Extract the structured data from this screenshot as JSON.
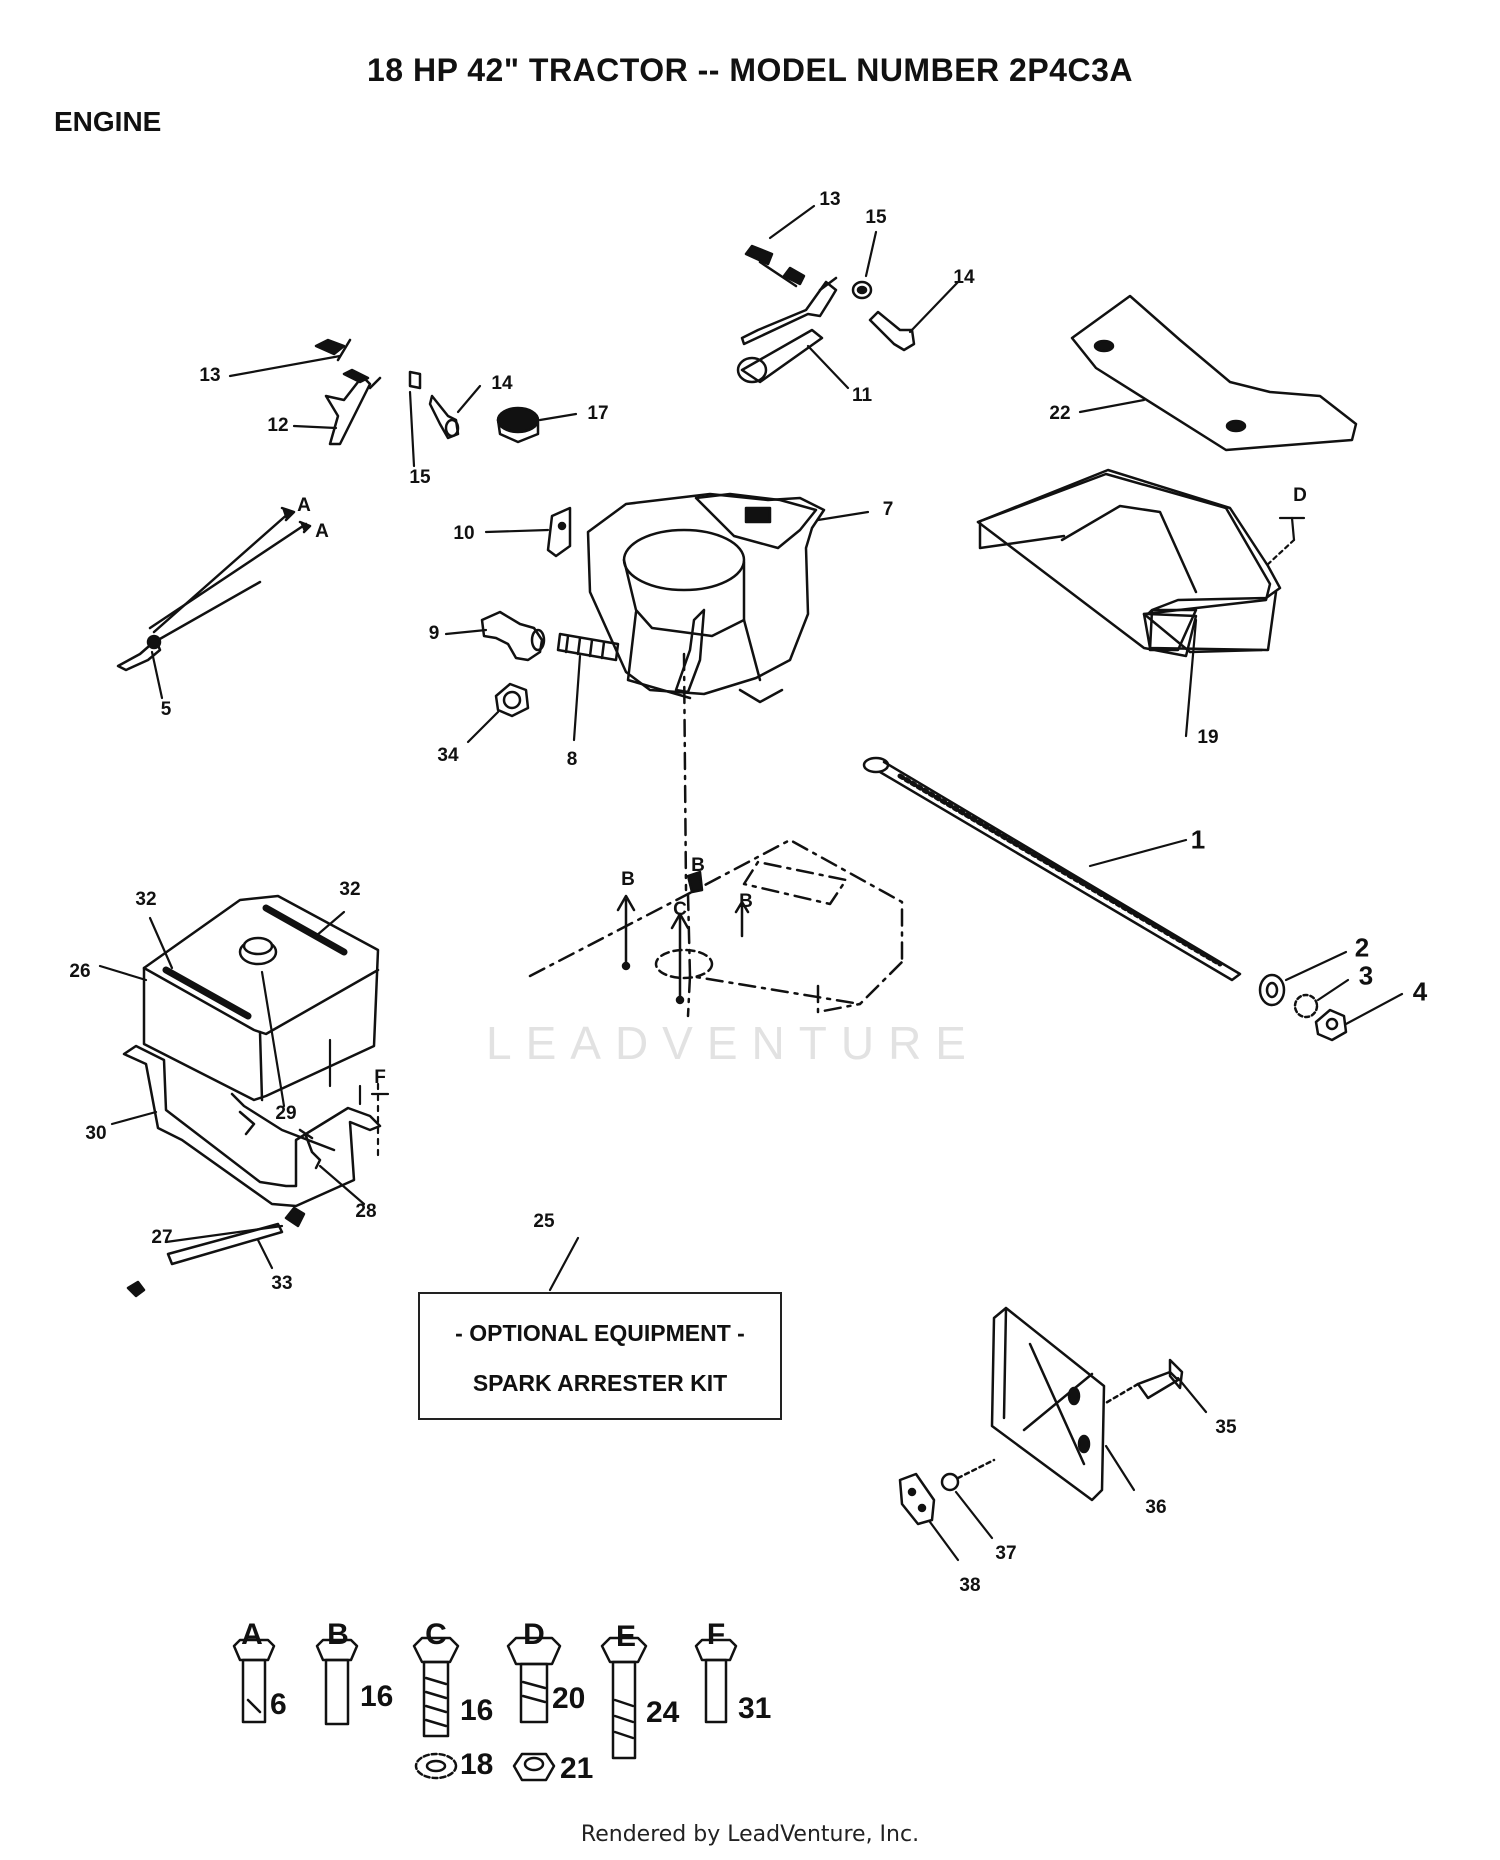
{
  "header": {
    "title": "18 HP 42\" TRACTOR -- MODEL NUMBER 2P4C3A",
    "section": "ENGINE"
  },
  "callouts": [
    {
      "id": "c13a",
      "text": "13"
    },
    {
      "id": "c15a",
      "text": "15"
    },
    {
      "id": "c14a",
      "text": "14"
    },
    {
      "id": "c11",
      "text": "11"
    },
    {
      "id": "c13b",
      "text": "13"
    },
    {
      "id": "c12",
      "text": "12"
    },
    {
      "id": "c14b",
      "text": "14"
    },
    {
      "id": "c17",
      "text": "17"
    },
    {
      "id": "c15b",
      "text": "15"
    },
    {
      "id": "c22",
      "text": "22"
    },
    {
      "id": "c7",
      "text": "7"
    },
    {
      "id": "c10",
      "text": "10"
    },
    {
      "id": "cA1",
      "text": "A"
    },
    {
      "id": "cA2",
      "text": "A"
    },
    {
      "id": "c5",
      "text": "5"
    },
    {
      "id": "c9",
      "text": "9"
    },
    {
      "id": "c8",
      "text": "8"
    },
    {
      "id": "c34",
      "text": "34"
    },
    {
      "id": "cD",
      "text": "D"
    },
    {
      "id": "c19",
      "text": "19"
    },
    {
      "id": "c1",
      "text": "1"
    },
    {
      "id": "cB1",
      "text": "B"
    },
    {
      "id": "cB2",
      "text": "B"
    },
    {
      "id": "cC",
      "text": "C"
    },
    {
      "id": "cB3",
      "text": "B"
    },
    {
      "id": "c2",
      "text": "2"
    },
    {
      "id": "c3",
      "text": "3"
    },
    {
      "id": "c4",
      "text": "4"
    },
    {
      "id": "c32a",
      "text": "32"
    },
    {
      "id": "c32b",
      "text": "32"
    },
    {
      "id": "c26",
      "text": "26"
    },
    {
      "id": "c29",
      "text": "29"
    },
    {
      "id": "cF",
      "text": "F"
    },
    {
      "id": "c30",
      "text": "30"
    },
    {
      "id": "c28",
      "text": "28"
    },
    {
      "id": "c25",
      "text": "25"
    },
    {
      "id": "c27",
      "text": "27"
    },
    {
      "id": "c33",
      "text": "33"
    },
    {
      "id": "c35",
      "text": "35"
    },
    {
      "id": "c36",
      "text": "36"
    },
    {
      "id": "c37",
      "text": "37"
    },
    {
      "id": "c38",
      "text": "38"
    }
  ],
  "optional_box": {
    "line1": "- OPTIONAL EQUIPMENT -",
    "line2": "SPARK ARRESTER KIT"
  },
  "hardware_key": [
    {
      "letter": "A",
      "part": "6"
    },
    {
      "letter": "B",
      "part": "16"
    },
    {
      "letter": "C",
      "part": "16",
      "extra": "18"
    },
    {
      "letter": "D",
      "part": "20",
      "extra": "21"
    },
    {
      "letter": "E",
      "part": "24"
    },
    {
      "letter": "F",
      "part": "31"
    }
  ],
  "watermark": "LEADVENTURE",
  "footer": "Rendered by LeadVenture, Inc.",
  "colors": {
    "line": "#111111",
    "watermark": "#e2e2e2"
  }
}
